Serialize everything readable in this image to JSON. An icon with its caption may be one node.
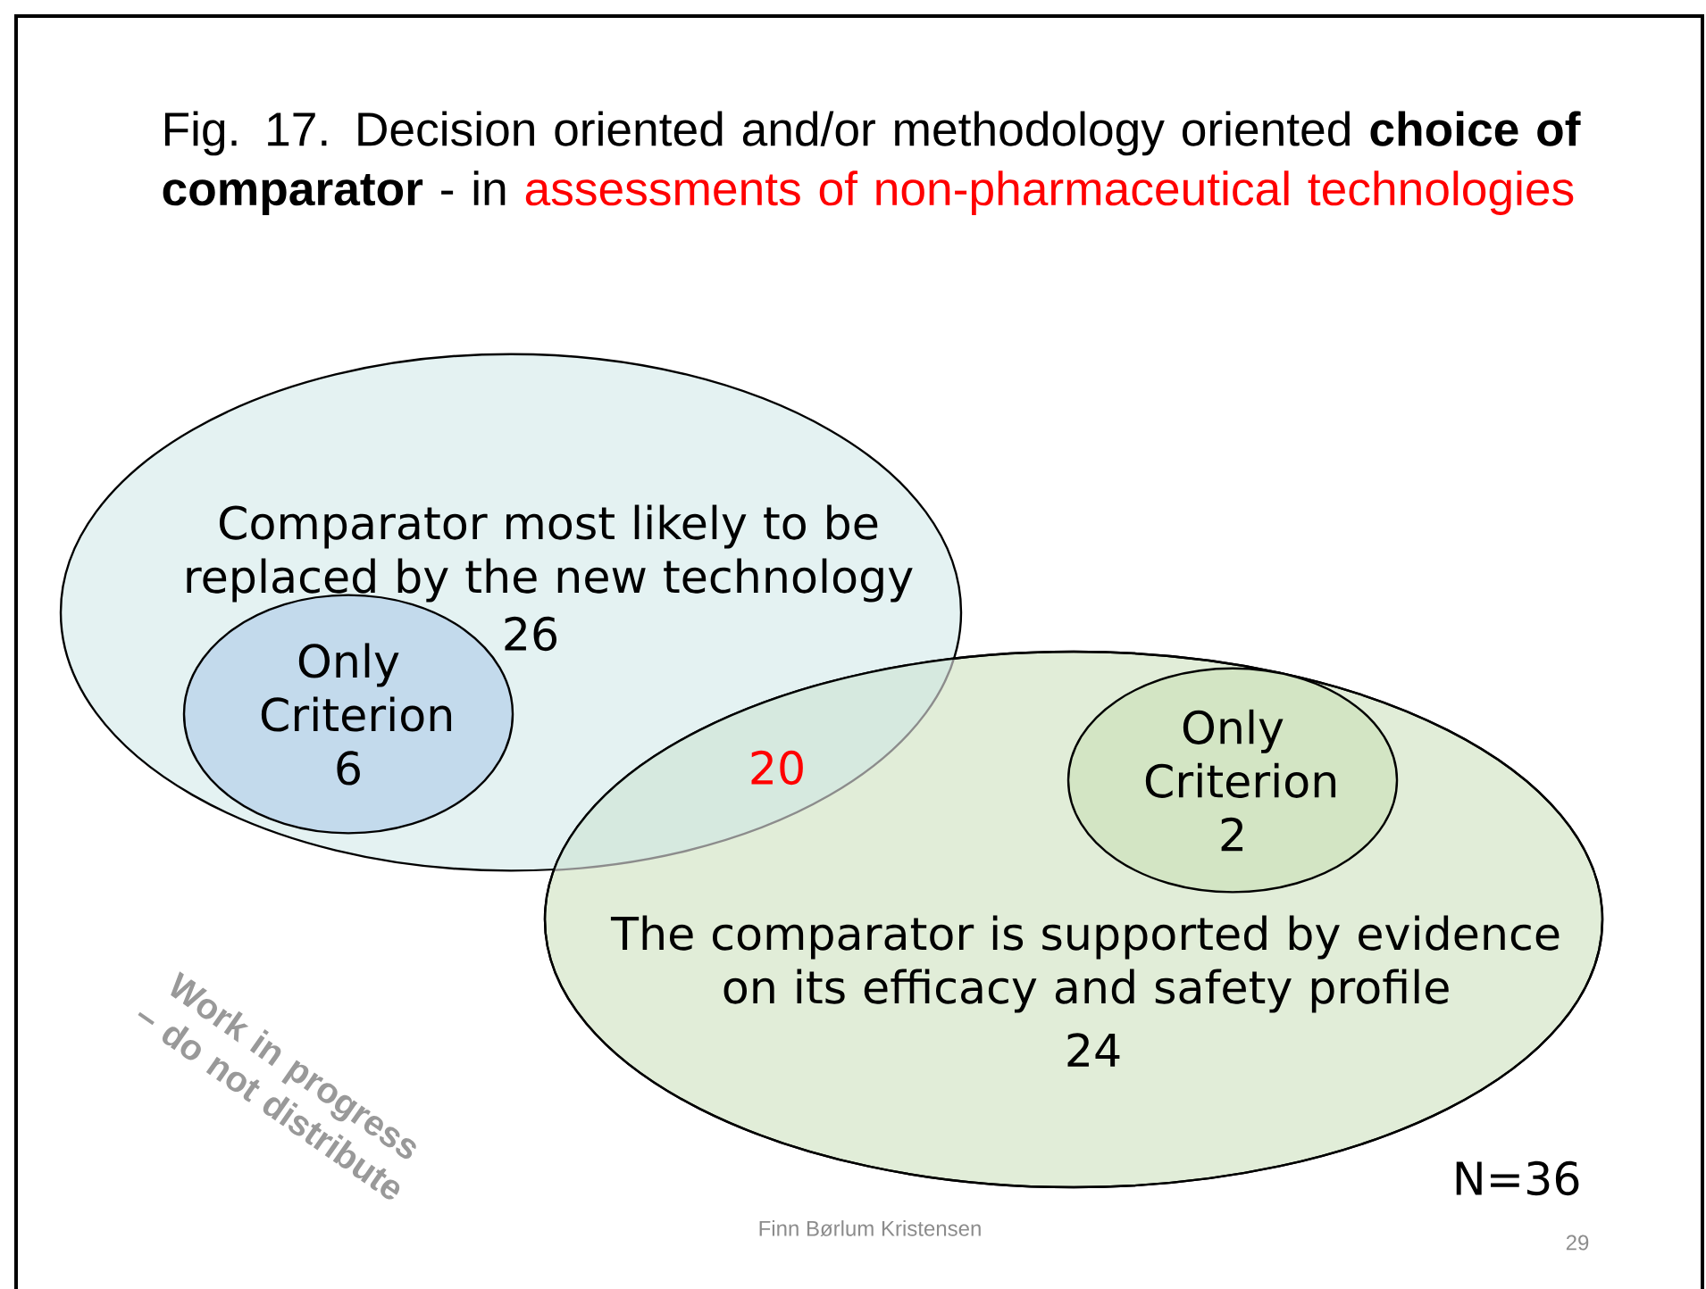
{
  "diagram": {
    "title": "Fig. 17. Decision oriented and/or methodology oriented **choice of comparator** - in",
    "nodes": [
      {
        "text": [
          "Comparator most likely to be replaced by the new technology",
          "26"
        ]
      },
      {
        "text": [
          "Only Criterion 6"
        ],
        "in": 0
      },
      {
        "text": [
          "The comparator is supported by evidence on its efficacy and safety profile",
          "24"
        ]
      },
      {
        "text": [
          "Only Criterion 2"
        ],
        "in": 2
      }
    ],
    "labels": [
      "assessments of non-pharmaceutical technologies",
      "20",
      "Work in progress – do not distribute",
      "N=36",
      "Finn Børlum Kristensen",
      "29"
    ]
  }
}
